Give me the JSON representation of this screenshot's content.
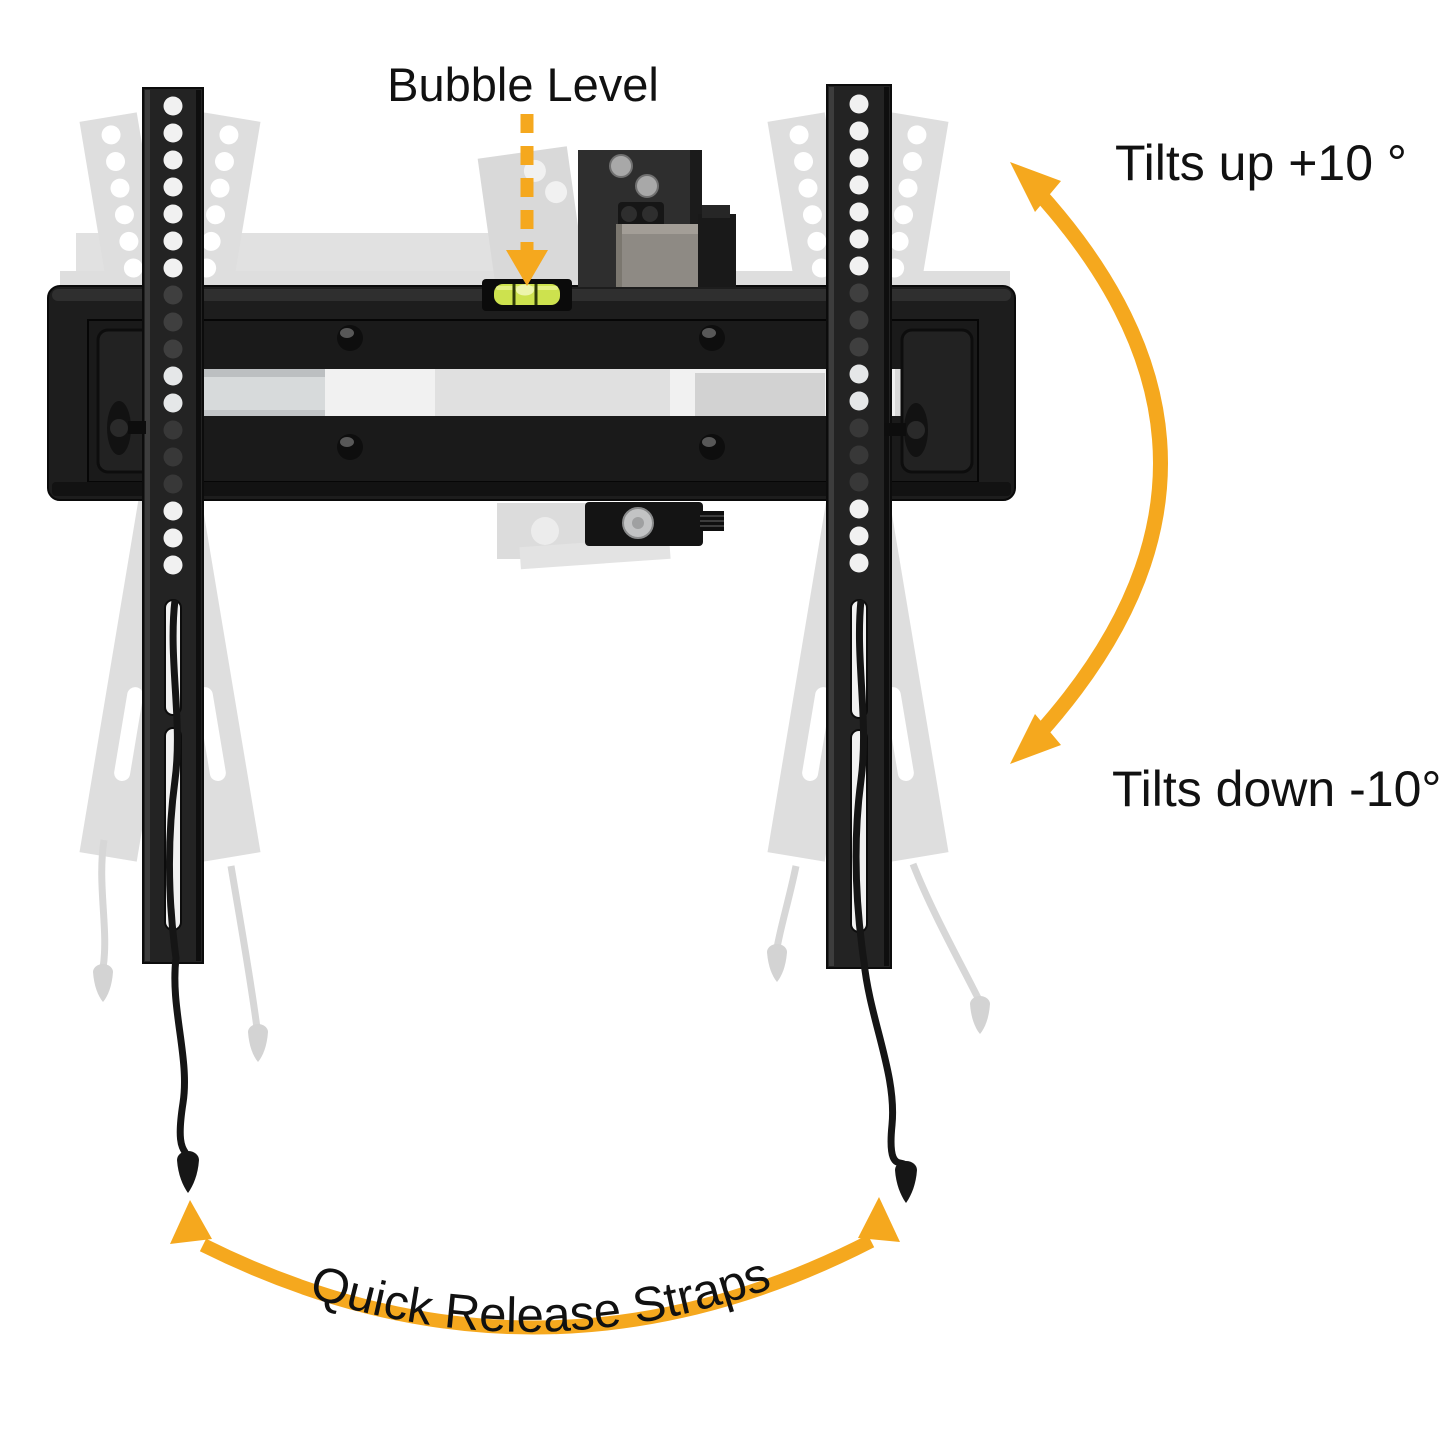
{
  "diagram": {
    "subject": "tilting TV wall mount bracket",
    "annotations": {
      "bubble_level": {
        "label": "Bubble Level"
      },
      "tilt_up": {
        "label": "Tilts up +10 °"
      },
      "tilt_down": {
        "label": "Tilts down -10°"
      },
      "quick_release": {
        "label": "Quick Release Straps"
      }
    },
    "tilt_range": {
      "up": "+10",
      "down": "-10"
    },
    "colors": {
      "accent_orange": "#F5A81E",
      "bubble_vial_green": "#CDE24E",
      "hardware_black": "#1E1E1E",
      "ghost_gray": "#D8D8D8",
      "label_text": "#111111",
      "background": "#FFFFFF"
    }
  }
}
